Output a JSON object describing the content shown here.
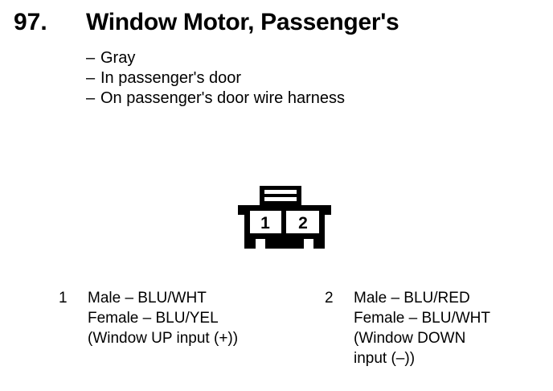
{
  "entry": {
    "number": "97.",
    "title": "Window Motor, Passenger's"
  },
  "description": {
    "dash": "–",
    "items": [
      {
        "text": "Gray"
      },
      {
        "text": "In passenger's door"
      },
      {
        "text": "On passenger's door wire harness"
      }
    ]
  },
  "connector": {
    "cells": [
      {
        "label": "1"
      },
      {
        "label": "2"
      }
    ],
    "stroke_color": "#000000",
    "fill_color": "#ffffff"
  },
  "pins": [
    {
      "number": "1",
      "lines": [
        "Male – BLU/WHT",
        "Female – BLU/YEL",
        "(Window UP input (+))"
      ]
    },
    {
      "number": "2",
      "lines": [
        "Male – BLU/RED",
        "Female – BLU/WHT",
        "(Window DOWN",
        "input (–))"
      ]
    }
  ]
}
